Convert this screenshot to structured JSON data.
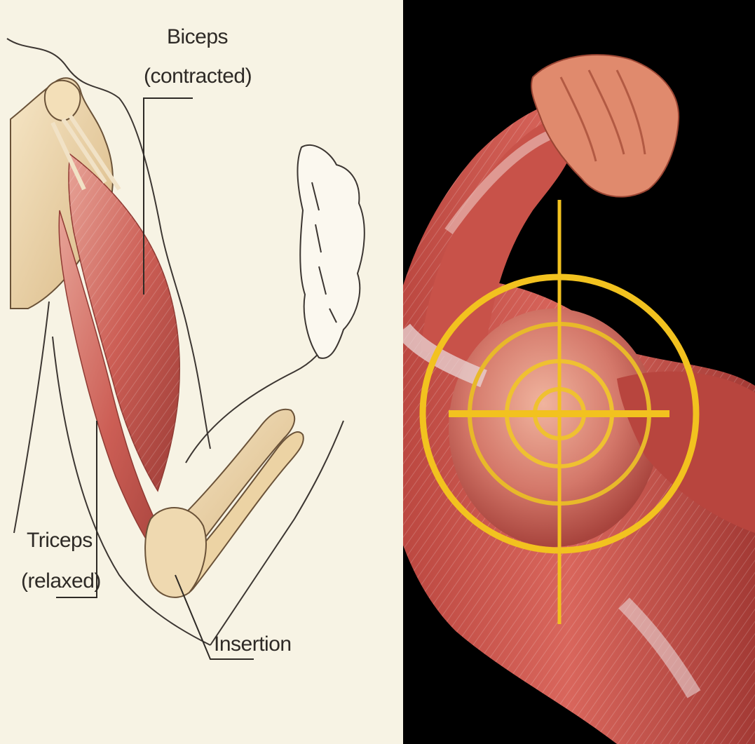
{
  "labels": {
    "biceps": "Biceps",
    "biceps_state": "(contracted)",
    "triceps": "Triceps",
    "triceps_state": "(relaxed)",
    "insertion": "Insertion"
  },
  "colors": {
    "left_background": "#f7f3e4",
    "right_background": "#000000",
    "muscle": "#c9574f",
    "muscle_light": "#e3958a",
    "bone": "#edd6ad",
    "target": "#f2c21f",
    "outline": "#3c3632"
  }
}
